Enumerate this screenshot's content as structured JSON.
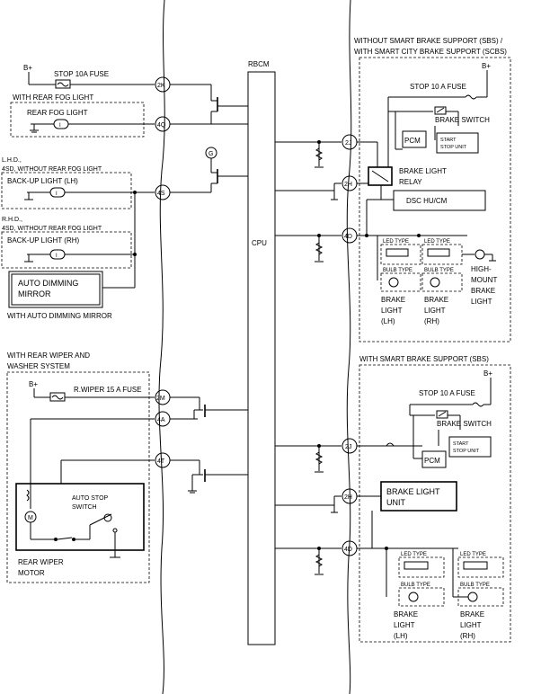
{
  "labels": {
    "rbcm": "RBCM",
    "cpu": "CPU",
    "bplus": "B+",
    "stop_fuse_top": "STOP 10A  FUSE",
    "with_rear_fog": "WITH REAR FOG LIGHT",
    "rear_fog_light": "REAR FOG LIGHT",
    "lhd_line1": "L.H.D.,",
    "lhd_line2": "4SD, WITHOUT REAR FOG LIGHT",
    "backup_lh": "BACK-UP LIGHT (LH)",
    "rhd_line1": "R.H.D.,",
    "rhd_line2": "4SD, WITHOUT REAR FOG LIGHT",
    "backup_rh": "BACK-UP LIGHT (RH)",
    "auto_dimming_1": "AUTO DIMMING",
    "auto_dimming_2": "MIRROR",
    "with_auto_dimming": "WITH AUTO DIMMING MIRROR",
    "with_rear_wiper_1": "WITH REAR WIPER AND",
    "with_rear_wiper_2": "WASHER SYSTEM",
    "r_wiper_fuse": "R.WIPER 15 A FUSE",
    "auto_stop_1": "AUTO STOP",
    "auto_stop_2": "SWITCH",
    "rear_wiper_1": "REAR WIPER",
    "rear_wiper_2": "MOTOR",
    "ground_g": "G",
    "motor_m": "M",
    "lamp_sym": "Ι",
    "sbs_header_1": "WITHOUT SMART BRAKE SUPPORT (SBS) /",
    "sbs_header_2": "WITH SMART CITY BRAKE SUPPORT (SCBS)",
    "stop_fuse_right": "STOP 10 A FUSE",
    "brake_switch": "BRAKE SWITCH",
    "pcm": "PCM",
    "start_stop_1": "START",
    "start_stop_2": "STOP UNIT",
    "brake_light_relay_1": "BRAKE LIGHT",
    "brake_light_relay_2": "RELAY",
    "dsc": "DSC HU/CM",
    "led_type": "LED TYPE",
    "bulb_type": "BULB TYPE",
    "brake": "BRAKE",
    "light_lh_1": "LIGHT",
    "light_lh_2": "(LH)",
    "light_rh_1": "LIGHT",
    "light_rh_2": "(RH)",
    "high_mount_1": "HIGH-",
    "high_mount_2": "MOUNT",
    "high_mount_3": "BRAKE",
    "high_mount_4": "LIGHT",
    "with_sbs": "WITH SMART BRAKE SUPPORT (SBS)",
    "brake_light_unit_1": "BRAKE LIGHT",
    "brake_light_unit_2": "UNIT"
  },
  "terminals": {
    "t2k": "2K",
    "t4q": "4Q",
    "t4s": "4S",
    "t2m": "2M",
    "t4a": "4A",
    "t4t": "4T",
    "t2j_a": "2J",
    "t2h_a": "2H",
    "t4d_a": "4D",
    "t2j_b": "2J",
    "t2h_b": "2H",
    "t4d_b": "4D"
  }
}
